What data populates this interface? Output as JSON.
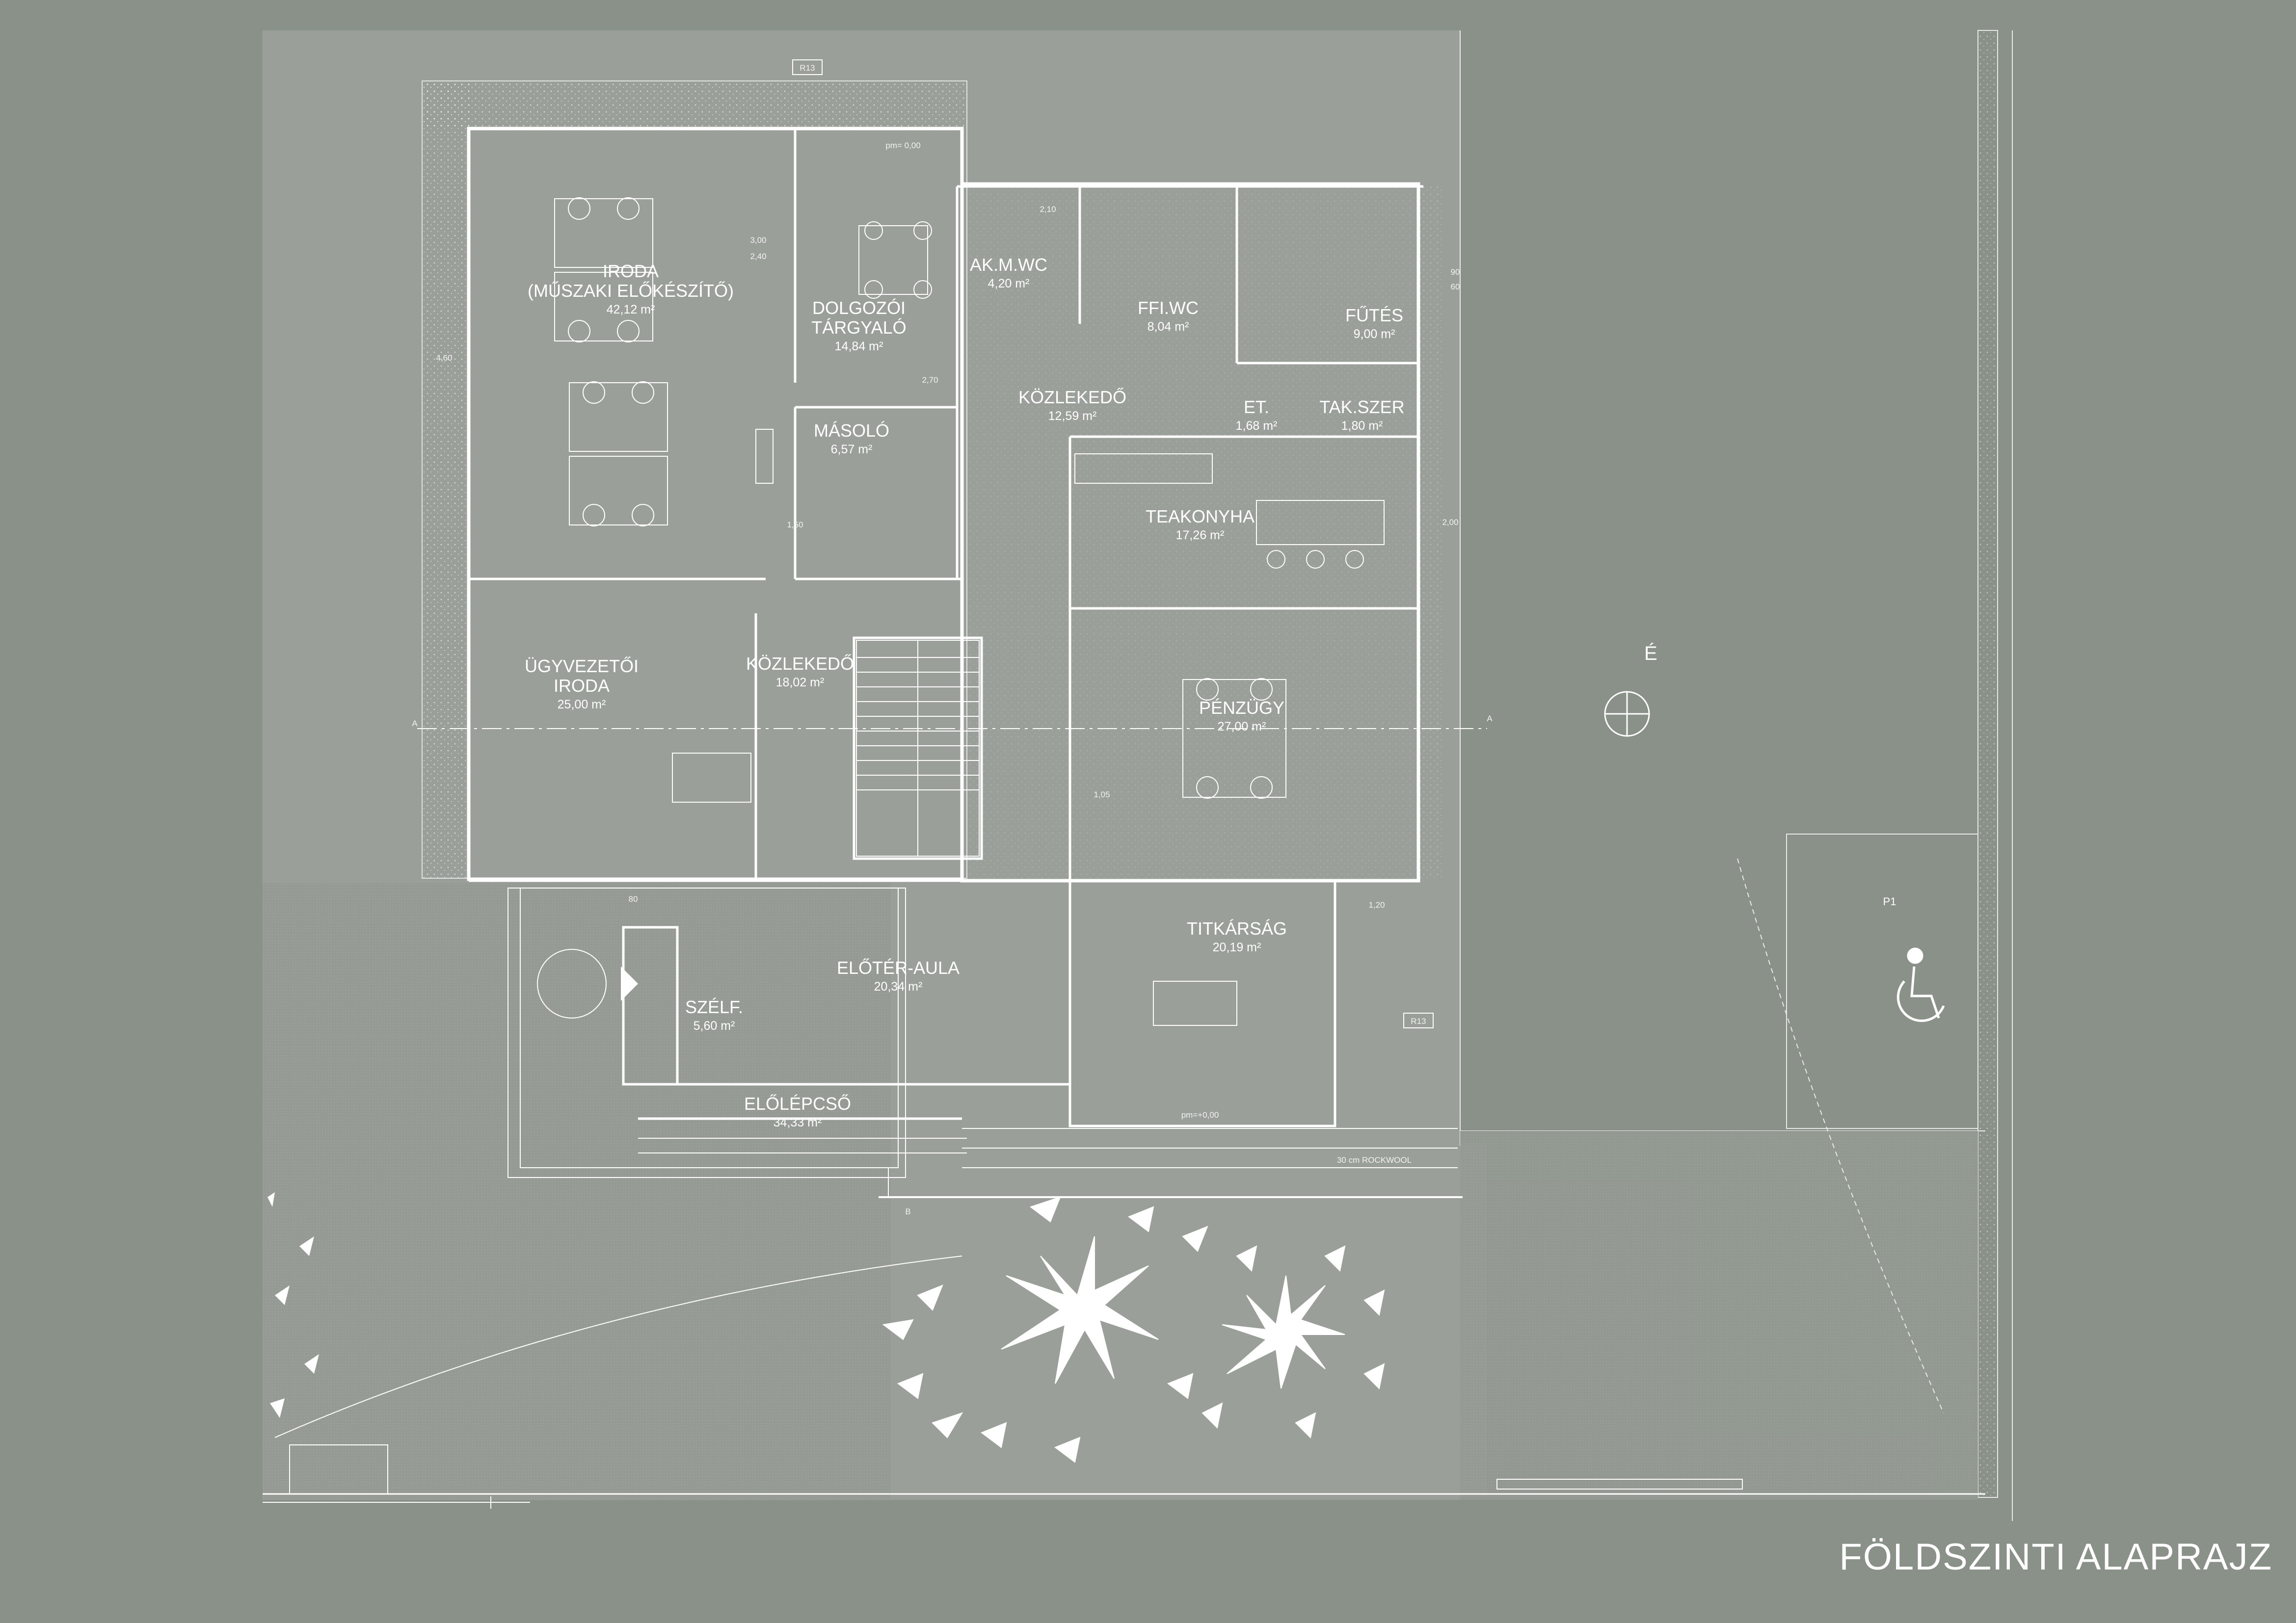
{
  "title": "FÖLDSZINTI ALAPRAJZ",
  "colors": {
    "background": "#8a9189",
    "paper": "#9aa099",
    "ink": "#ffffff"
  },
  "rooms": [
    {
      "id": "iroda",
      "lines": [
        "IRODA",
        "(MŰSZAKI ELŐKÉSZÍTŐ)"
      ],
      "area": "42,12 m²"
    },
    {
      "id": "targyalo",
      "lines": [
        "DOLGOZÓI",
        "TÁRGYALÓ"
      ],
      "area": "14,84 m²"
    },
    {
      "id": "akmwc",
      "lines": [
        "AK.M.WC"
      ],
      "area": "4,20 m²"
    },
    {
      "id": "ffiwc",
      "lines": [
        "FFI.WC"
      ],
      "area": "8,04 m²"
    },
    {
      "id": "futes",
      "lines": [
        "FŰTÉS"
      ],
      "area": "9,00 m²"
    },
    {
      "id": "kozlekedo1",
      "lines": [
        "KÖZLEKEDŐ"
      ],
      "area": "12,59 m²"
    },
    {
      "id": "et",
      "lines": [
        "ET."
      ],
      "area": "1,68 m²"
    },
    {
      "id": "takszer",
      "lines": [
        "TAK.SZER"
      ],
      "area": "1,80 m²"
    },
    {
      "id": "masolo",
      "lines": [
        "MÁSOLÓ"
      ],
      "area": "6,57 m²"
    },
    {
      "id": "teakonyha",
      "lines": [
        "TEAKONYHA"
      ],
      "area": "17,26 m²"
    },
    {
      "id": "ugyvezetoi",
      "lines": [
        "ÜGYVEZETŐI",
        "IRODA"
      ],
      "area": "25,00 m²"
    },
    {
      "id": "kozlekedo2",
      "lines": [
        "KÖZLEKEDŐ"
      ],
      "area": "18,02 m²"
    },
    {
      "id": "penzugy",
      "lines": [
        "PÉNZÜGY"
      ],
      "area": "27,00 m²"
    },
    {
      "id": "eloter",
      "lines": [
        "ELŐTÉR-AULA"
      ],
      "area": "20,34 m²"
    },
    {
      "id": "titkarsag",
      "lines": [
        "TITKÁRSÁG"
      ],
      "area": "20,19 m²"
    },
    {
      "id": "szelf",
      "lines": [
        "SZÉLF."
      ],
      "area": "5,60 m²"
    },
    {
      "id": "elolepcso",
      "lines": [
        "ELŐLÉPCSŐ"
      ],
      "area": "34,33 m²"
    }
  ],
  "tags": {
    "r13_top": "R13",
    "r13_right": "R13",
    "parking": "P1",
    "section_a": "A",
    "section_b": "B"
  },
  "dims": [
    "3,00",
    "2,40",
    "2,70",
    "2,10",
    "90",
    "60",
    "1,50",
    "1,05",
    "2,00",
    "80",
    "1,20",
    "4,60",
    "pm= 0,00",
    "pm=+0,00",
    "30 cm ROCKWOOL"
  ]
}
